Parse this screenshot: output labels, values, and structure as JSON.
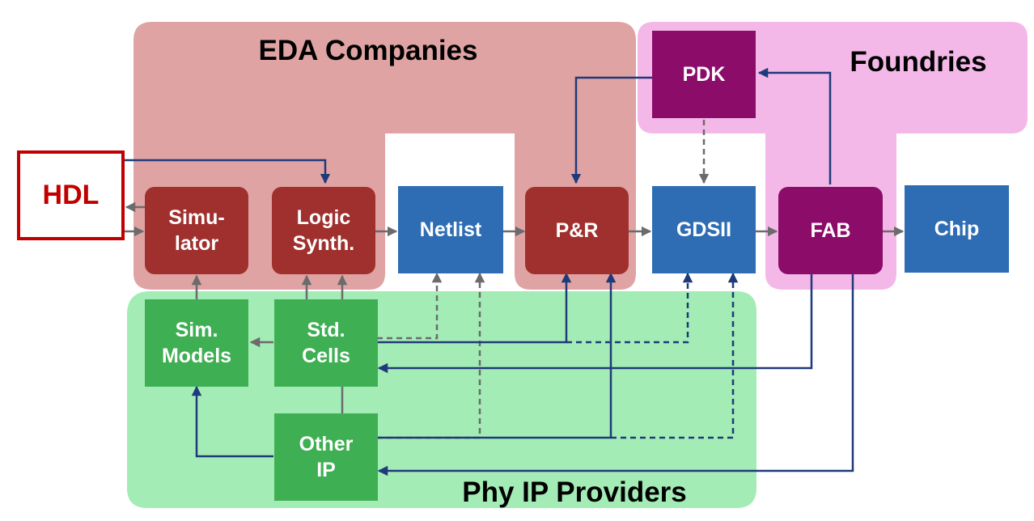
{
  "colors": {
    "eda_region": "#e0a3a3",
    "foundry_region": "#f4b8e8",
    "ip_region": "#a3ecb6",
    "eda_node": "#a0302e",
    "output_node": "#2e6db4",
    "foundry_node": "#8c0c69",
    "ip_node": "#3faf53",
    "hdl_border": "#c00000",
    "arrow_gray": "#6b6b6b",
    "arrow_navy": "#1f3a7a"
  },
  "regions": {
    "eda": "EDA Companies",
    "foundries": "Foundries",
    "ip": "Phy IP Providers"
  },
  "nodes": {
    "hdl": "HDL",
    "simulator": "Simu-\nlator",
    "logic_synth": "Logic\nSynth.",
    "netlist": "Netlist",
    "pnr": "P&R",
    "gdsii": "GDSII",
    "fab": "FAB",
    "chip": "Chip",
    "pdk": "PDK",
    "sim_models": "Sim.\nModels",
    "std_cells": "Std.\nCells",
    "other_ip": "Other\nIP"
  }
}
